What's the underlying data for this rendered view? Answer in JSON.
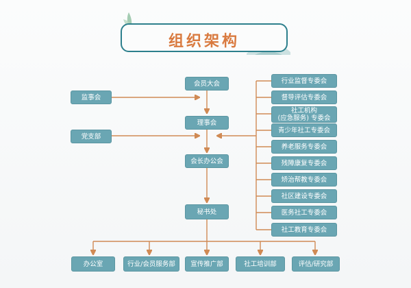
{
  "title": "组织架构",
  "colors": {
    "node_fill": "#6aa6b3",
    "line": "#d08a54",
    "title_text": "#d97a3f",
    "title_border": "#2c7f8c"
  },
  "nodes": {
    "general_assembly": "会员大会",
    "supervisory_board": "监事会",
    "council": "理事会",
    "party_branch": "党支部",
    "president_office": "会长办公会",
    "secretariat": "秘书处"
  },
  "committees": [
    "行业监督专委会",
    "督导评估专委会",
    "社工机构\n(应急服务) 专委会",
    "青少年社工专委会",
    "养老服务专委会",
    "残障康复专委会",
    "矫治帮教专委会",
    "社区建设专委会",
    "医务社工专委会",
    "社工教育专委会"
  ],
  "departments": [
    "办公室",
    "行业/会员服务部",
    "宣传推广部",
    "社工培训部",
    "评估/研究部"
  ]
}
